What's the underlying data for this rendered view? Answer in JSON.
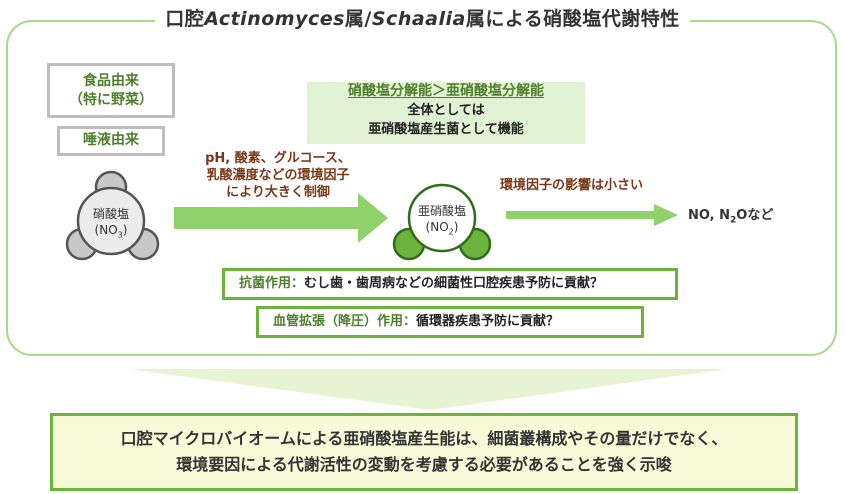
{
  "title": {
    "prefix": "口腔",
    "italic1": "Actinomyces",
    "middle": "属/",
    "italic2": "Schaalia",
    "suffix": "属による硝酸塩代謝特性"
  },
  "sources": {
    "food_line1": "食品由来",
    "food_line2": "（特に野菜）",
    "saliva": "唾液由来"
  },
  "nitrate": {
    "label": "硝酸塩",
    "formula_prefix": "(NO",
    "formula_sub": "3",
    "formula_suffix": ")"
  },
  "nitrite": {
    "label": "亜硝酸塩",
    "formula_prefix": "(NO",
    "formula_sub": "2",
    "formula_suffix": ")"
  },
  "activity": {
    "heading": "硝酸塩分解能＞亜硝酸塩分解能",
    "line1": "全体としては",
    "line2": "亜硝酸塩産生菌として機能"
  },
  "factors": {
    "line1": "pH, 酸素、グルコース、",
    "line2": "乳酸濃度などの環境因子",
    "line3": "により大きく制御"
  },
  "env_note": "環境因子の影響は小さい",
  "products": {
    "prefix": "NO, N",
    "sub": "2",
    "suffix": "Oなど"
  },
  "effects": {
    "antibacterial_label": "抗菌作用：",
    "antibacterial_text": "むし歯・歯周病などの細菌性口腔疾患予防に貢献？",
    "vaso_label": "血管拡張（降圧）作用：",
    "vaso_text": "循環器疾患予防に貢献？"
  },
  "conclusion": {
    "line1": "口腔マイクロバイオームによる亜硝酸塩産生能は、細菌叢構成やその量だけでなく、",
    "line2": "環境要因による代謝活性の変動を考慮する必要があることを強く示唆"
  },
  "colors": {
    "frame": "#a8d88a",
    "arrow": "#8fd16a",
    "accent_green": "#4e7f2c",
    "brown": "#7a3717",
    "nitrate_fill": "#c8c8c8",
    "nitrite_fill": "#6cb33c"
  }
}
